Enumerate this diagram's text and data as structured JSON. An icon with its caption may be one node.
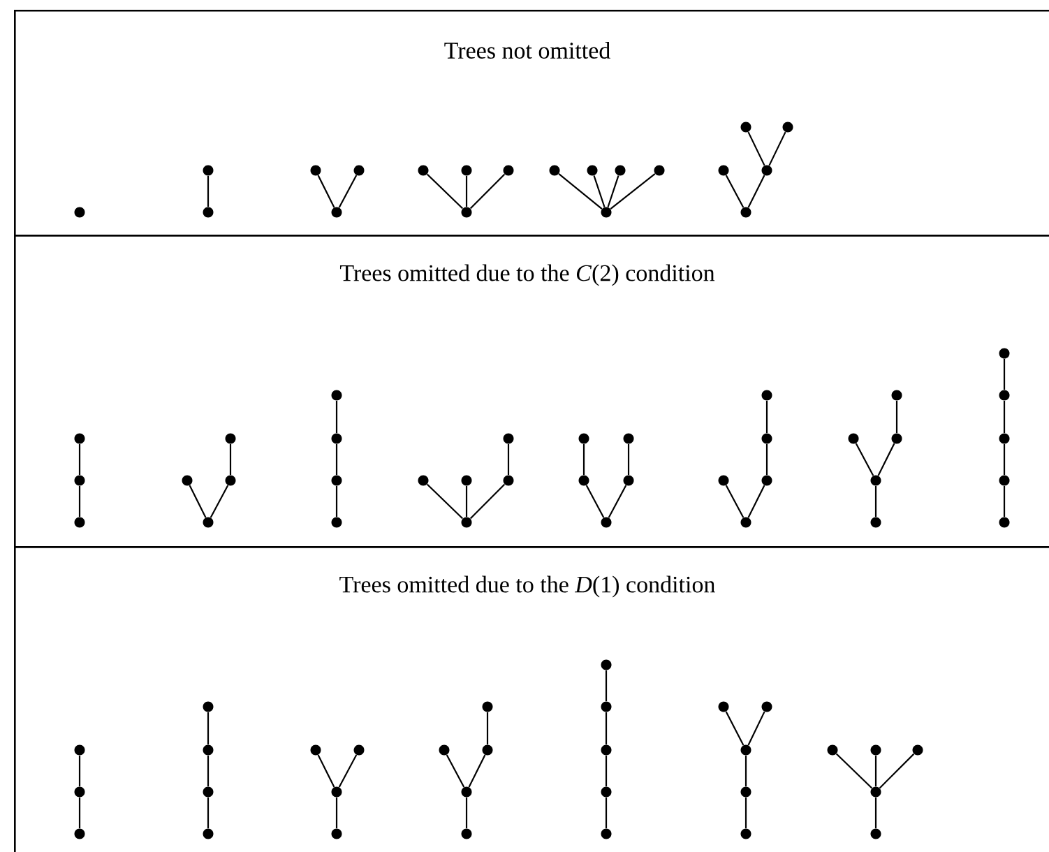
{
  "diagram": {
    "nodes": [
      {
        "text": [
          "Trees not omitted"
        ]
      },
      {
        "text": [],
        "shape": "circle",
        "in": 0
      },
      {
        "text": [],
        "shape": "circle",
        "in": 0
      },
      {
        "text": [],
        "shape": "circle",
        "in": 0
      },
      {
        "text": [],
        "shape": "circle",
        "in": 0
      },
      {
        "text": [],
        "shape": "circle",
        "in": 0
      },
      {
        "text": [],
        "shape": "circle",
        "in": 0
      },
      {
        "text": [],
        "shape": "circle",
        "in": 0
      },
      {
        "text": [],
        "shape": "circle",
        "in": 0
      },
      {
        "text": [],
        "shape": "circle",
        "in": 0
      },
      {
        "text": [],
        "shape": "circle",
        "in": 0
      },
      {
        "text": [],
        "shape": "circle",
        "in": 0
      },
      {
        "text": [],
        "shape": "circle",
        "in": 0
      },
      {
        "text": [],
        "shape": "circle",
        "in": 0
      },
      {
        "text": [],
        "shape": "circle",
        "in": 0
      },
      {
        "text": [],
        "shape": "circle",
        "in": 0
      },
      {
        "text": [],
        "shape": "circle",
        "in": 0
      },
      {
        "text": [],
        "shape": "circle",
        "in": 0
      },
      {
        "text": [],
        "shape": "circle",
        "in": 0
      },
      {
        "text": [],
        "shape": "circle",
        "in": 0
      },
      {
        "text": [],
        "shape": "circle",
        "in": 0
      },
      {
        "text": [
          "Trees omitted due to the *C*(2) condition"
        ]
      },
      {
        "text": [],
        "shape": "circle",
        "in": 21
      },
      {
        "text": [],
        "shape": "circle",
        "in": 21
      },
      {
        "text": [],
        "shape": "circle",
        "in": 21
      },
      {
        "text": [],
        "shape": "circle",
        "in": 21
      },
      {
        "text": [],
        "shape": "circle",
        "in": 21
      },
      {
        "text": [],
        "shape": "circle",
        "in": 21
      },
      {
        "text": [],
        "shape": "circle",
        "in": 21
      },
      {
        "text": [],
        "shape": "circle",
        "in": 21
      },
      {
        "text": [],
        "shape": "circle",
        "in": 21
      },
      {
        "text": [],
        "shape": "circle",
        "in": 21
      },
      {
        "text": [],
        "shape": "circle",
        "in": 21
      },
      {
        "text": [],
        "shape": "circle",
        "in": 21
      },
      {
        "text": [],
        "shape": "circle",
        "in": 21
      },
      {
        "text": [],
        "shape": "circle",
        "in": 21
      },
      {
        "text": [],
        "shape": "circle",
        "in": 21
      },
      {
        "text": [],
        "shape": "circle",
        "in": 21
      },
      {
        "text": [],
        "shape": "circle",
        "in": 21
      },
      {
        "text": [],
        "shape": "circle",
        "in": 21
      },
      {
        "text": [],
        "shape": "circle",
        "in": 21
      },
      {
        "text": [],
        "shape": "circle",
        "in": 21
      },
      {
        "text": [],
        "shape": "circle",
        "in": 21
      },
      {
        "text": [],
        "shape": "circle",
        "in": 21
      },
      {
        "text": [],
        "shape": "circle",
        "in": 21
      },
      {
        "text": [],
        "shape": "circle",
        "in": 21
      },
      {
        "text": [],
        "shape": "circle",
        "in": 21
      },
      {
        "text": [],
        "shape": "circle",
        "in": 21
      },
      {
        "text": [],
        "shape": "circle",
        "in": 21
      },
      {
        "text": [],
        "shape": "circle",
        "in": 21
      },
      {
        "text": [],
        "shape": "circle",
        "in": 21
      },
      {
        "text": [],
        "shape": "circle",
        "in": 21
      },
      {
        "text": [],
        "shape": "circle",
        "in": 21
      },
      {
        "text": [],
        "shape": "circle",
        "in": 21
      },
      {
        "text": [],
        "shape": "circle",
        "in": 21
      },
      {
        "text": [],
        "shape": "circle",
        "in": 21
      },
      {
        "text": [],
        "shape": "circle",
        "in": 21
      },
      {
        "text": [],
        "shape": "circle",
        "in": 21
      },
      {
        "text": [
          "Trees omitted due to the *D*(1) condition"
        ]
      },
      {
        "text": [],
        "shape": "circle",
        "in": 58
      },
      {
        "text": [],
        "shape": "circle",
        "in": 58
      },
      {
        "text": [],
        "shape": "circle",
        "in": 58
      },
      {
        "text": [],
        "shape": "circle",
        "in": 58
      },
      {
        "text": [],
        "shape": "circle",
        "in": 58
      },
      {
        "text": [],
        "shape": "circle",
        "in": 58
      },
      {
        "text": [],
        "shape": "circle",
        "in": 58
      },
      {
        "text": [],
        "shape": "circle",
        "in": 58
      },
      {
        "text": [],
        "shape": "circle",
        "in": 58
      },
      {
        "text": [],
        "shape": "circle",
        "in": 58
      },
      {
        "text": [],
        "shape": "circle",
        "in": 58
      },
      {
        "text": [],
        "shape": "circle",
        "in": 58
      },
      {
        "text": [],
        "shape": "circle",
        "in": 58
      },
      {
        "text": [],
        "shape": "circle",
        "in": 58
      },
      {
        "text": [],
        "shape": "circle",
        "in": 58
      },
      {
        "text": [],
        "shape": "circle",
        "in": 58
      },
      {
        "text": [],
        "shape": "circle",
        "in": 58
      },
      {
        "text": [],
        "shape": "circle",
        "in": 58
      },
      {
        "text": [],
        "shape": "circle",
        "in": 58
      },
      {
        "text": [],
        "shape": "circle",
        "in": 58
      },
      {
        "text": [],
        "shape": "circle",
        "in": 58
      },
      {
        "text": [],
        "shape": "circle",
        "in": 58
      },
      {
        "text": [],
        "shape": "circle",
        "in": 58
      },
      {
        "text": [],
        "shape": "circle",
        "in": 58
      },
      {
        "text": [],
        "shape": "circle",
        "in": 58
      },
      {
        "text": [],
        "shape": "circle",
        "in": 58
      },
      {
        "text": [],
        "shape": "circle",
        "in": 58
      },
      {
        "text": [],
        "shape": "circle",
        "in": 58
      },
      {
        "text": [],
        "shape": "circle",
        "in": 58
      },
      {
        "text": [],
        "shape": "circle",
        "in": 58
      },
      {
        "text": [],
        "shape": "circle",
        "in": 58
      }
    ],
    "edges": [
      {
        "from": 2,
        "to": 3,
        "arrow": "none"
      },
      {
        "from": 4,
        "to": 5,
        "arrow": "none"
      },
      {
        "from": 4,
        "to": 6,
        "arrow": "none"
      },
      {
        "from": 7,
        "to": 8,
        "arrow": "none"
      },
      {
        "from": 7,
        "to": 9,
        "arrow": "none"
      },
      {
        "from": 7,
        "to": 10,
        "arrow": "none"
      },
      {
        "from": 11,
        "to": 12,
        "arrow": "none"
      },
      {
        "from": 11,
        "to": 13,
        "arrow": "none"
      },
      {
        "from": 11,
        "to": 14,
        "arrow": "none"
      },
      {
        "from": 11,
        "to": 15,
        "arrow": "none"
      },
      {
        "from": 16,
        "to": 17,
        "arrow": "none"
      },
      {
        "from": 16,
        "to": 18,
        "arrow": "none"
      },
      {
        "from": 18,
        "to": 19,
        "arrow": "none"
      },
      {
        "from": 18,
        "to": 20,
        "arrow": "none"
      },
      {
        "from": 22,
        "to": 23,
        "arrow": "none"
      },
      {
        "from": 23,
        "to": 24,
        "arrow": "none"
      },
      {
        "from": 25,
        "to": 26,
        "arrow": "none"
      },
      {
        "from": 25,
        "to": 27,
        "arrow": "none"
      },
      {
        "from": 27,
        "to": 28,
        "arrow": "none"
      },
      {
        "from": 29,
        "to": 30,
        "arrow": "none"
      },
      {
        "from": 30,
        "to": 31,
        "arrow": "none"
      },
      {
        "from": 31,
        "to": 32,
        "arrow": "none"
      },
      {
        "from": 33,
        "to": 34,
        "arrow": "none"
      },
      {
        "from": 33,
        "to": 35,
        "arrow": "none"
      },
      {
        "from": 33,
        "to": 36,
        "arrow": "none"
      },
      {
        "from": 36,
        "to": 37,
        "arrow": "none"
      },
      {
        "from": 38,
        "to": 39,
        "arrow": "none"
      },
      {
        "from": 38,
        "to": 40,
        "arrow": "none"
      },
      {
        "from": 39,
        "to": 41,
        "arrow": "none"
      },
      {
        "from": 40,
        "to": 42,
        "arrow": "none"
      },
      {
        "from": 43,
        "to": 44,
        "arrow": "none"
      },
      {
        "from": 43,
        "to": 45,
        "arrow": "none"
      },
      {
        "from": 45,
        "to": 46,
        "arrow": "none"
      },
      {
        "from": 46,
        "to": 47,
        "arrow": "none"
      },
      {
        "from": 48,
        "to": 49,
        "arrow": "none"
      },
      {
        "from": 49,
        "to": 50,
        "arrow": "none"
      },
      {
        "from": 49,
        "to": 51,
        "arrow": "none"
      },
      {
        "from": 51,
        "to": 52,
        "arrow": "none"
      },
      {
        "from": 53,
        "to": 54,
        "arrow": "none"
      },
      {
        "from": 54,
        "to": 55,
        "arrow": "none"
      },
      {
        "from": 55,
        "to": 56,
        "arrow": "none"
      },
      {
        "from": 56,
        "to": 57,
        "arrow": "none"
      },
      {
        "from": 59,
        "to": 60,
        "arrow": "none"
      },
      {
        "from": 60,
        "to": 61,
        "arrow": "none"
      },
      {
        "from": 62,
        "to": 63,
        "arrow": "none"
      },
      {
        "from": 63,
        "to": 64,
        "arrow": "none"
      },
      {
        "from": 64,
        "to": 65,
        "arrow": "none"
      },
      {
        "from": 66,
        "to": 67,
        "arrow": "none"
      },
      {
        "from": 67,
        "to": 68,
        "arrow": "none"
      },
      {
        "from": 67,
        "to": 69,
        "arrow": "none"
      },
      {
        "from": 70,
        "to": 71,
        "arrow": "none"
      },
      {
        "from": 71,
        "to": 72,
        "arrow": "none"
      },
      {
        "from": 71,
        "to": 73,
        "arrow": "none"
      },
      {
        "from": 73,
        "to": 74,
        "arrow": "none"
      },
      {
        "from": 75,
        "to": 76,
        "arrow": "none"
      },
      {
        "from": 76,
        "to": 77,
        "arrow": "none"
      },
      {
        "from": 77,
        "to": 78,
        "arrow": "none"
      },
      {
        "from": 78,
        "to": 79,
        "arrow": "none"
      },
      {
        "from": 80,
        "to": 81,
        "arrow": "none"
      },
      {
        "from": 81,
        "to": 82,
        "arrow": "none"
      },
      {
        "from": 82,
        "to": 83,
        "arrow": "none"
      },
      {
        "from": 82,
        "to": 84,
        "arrow": "none"
      },
      {
        "from": 85,
        "to": 86,
        "arrow": "none"
      },
      {
        "from": 86,
        "to": 87,
        "arrow": "none"
      },
      {
        "from": 86,
        "to": 88,
        "arrow": "none"
      },
      {
        "from": 86,
        "to": 89,
        "arrow": "none"
      }
    ]
  }
}
